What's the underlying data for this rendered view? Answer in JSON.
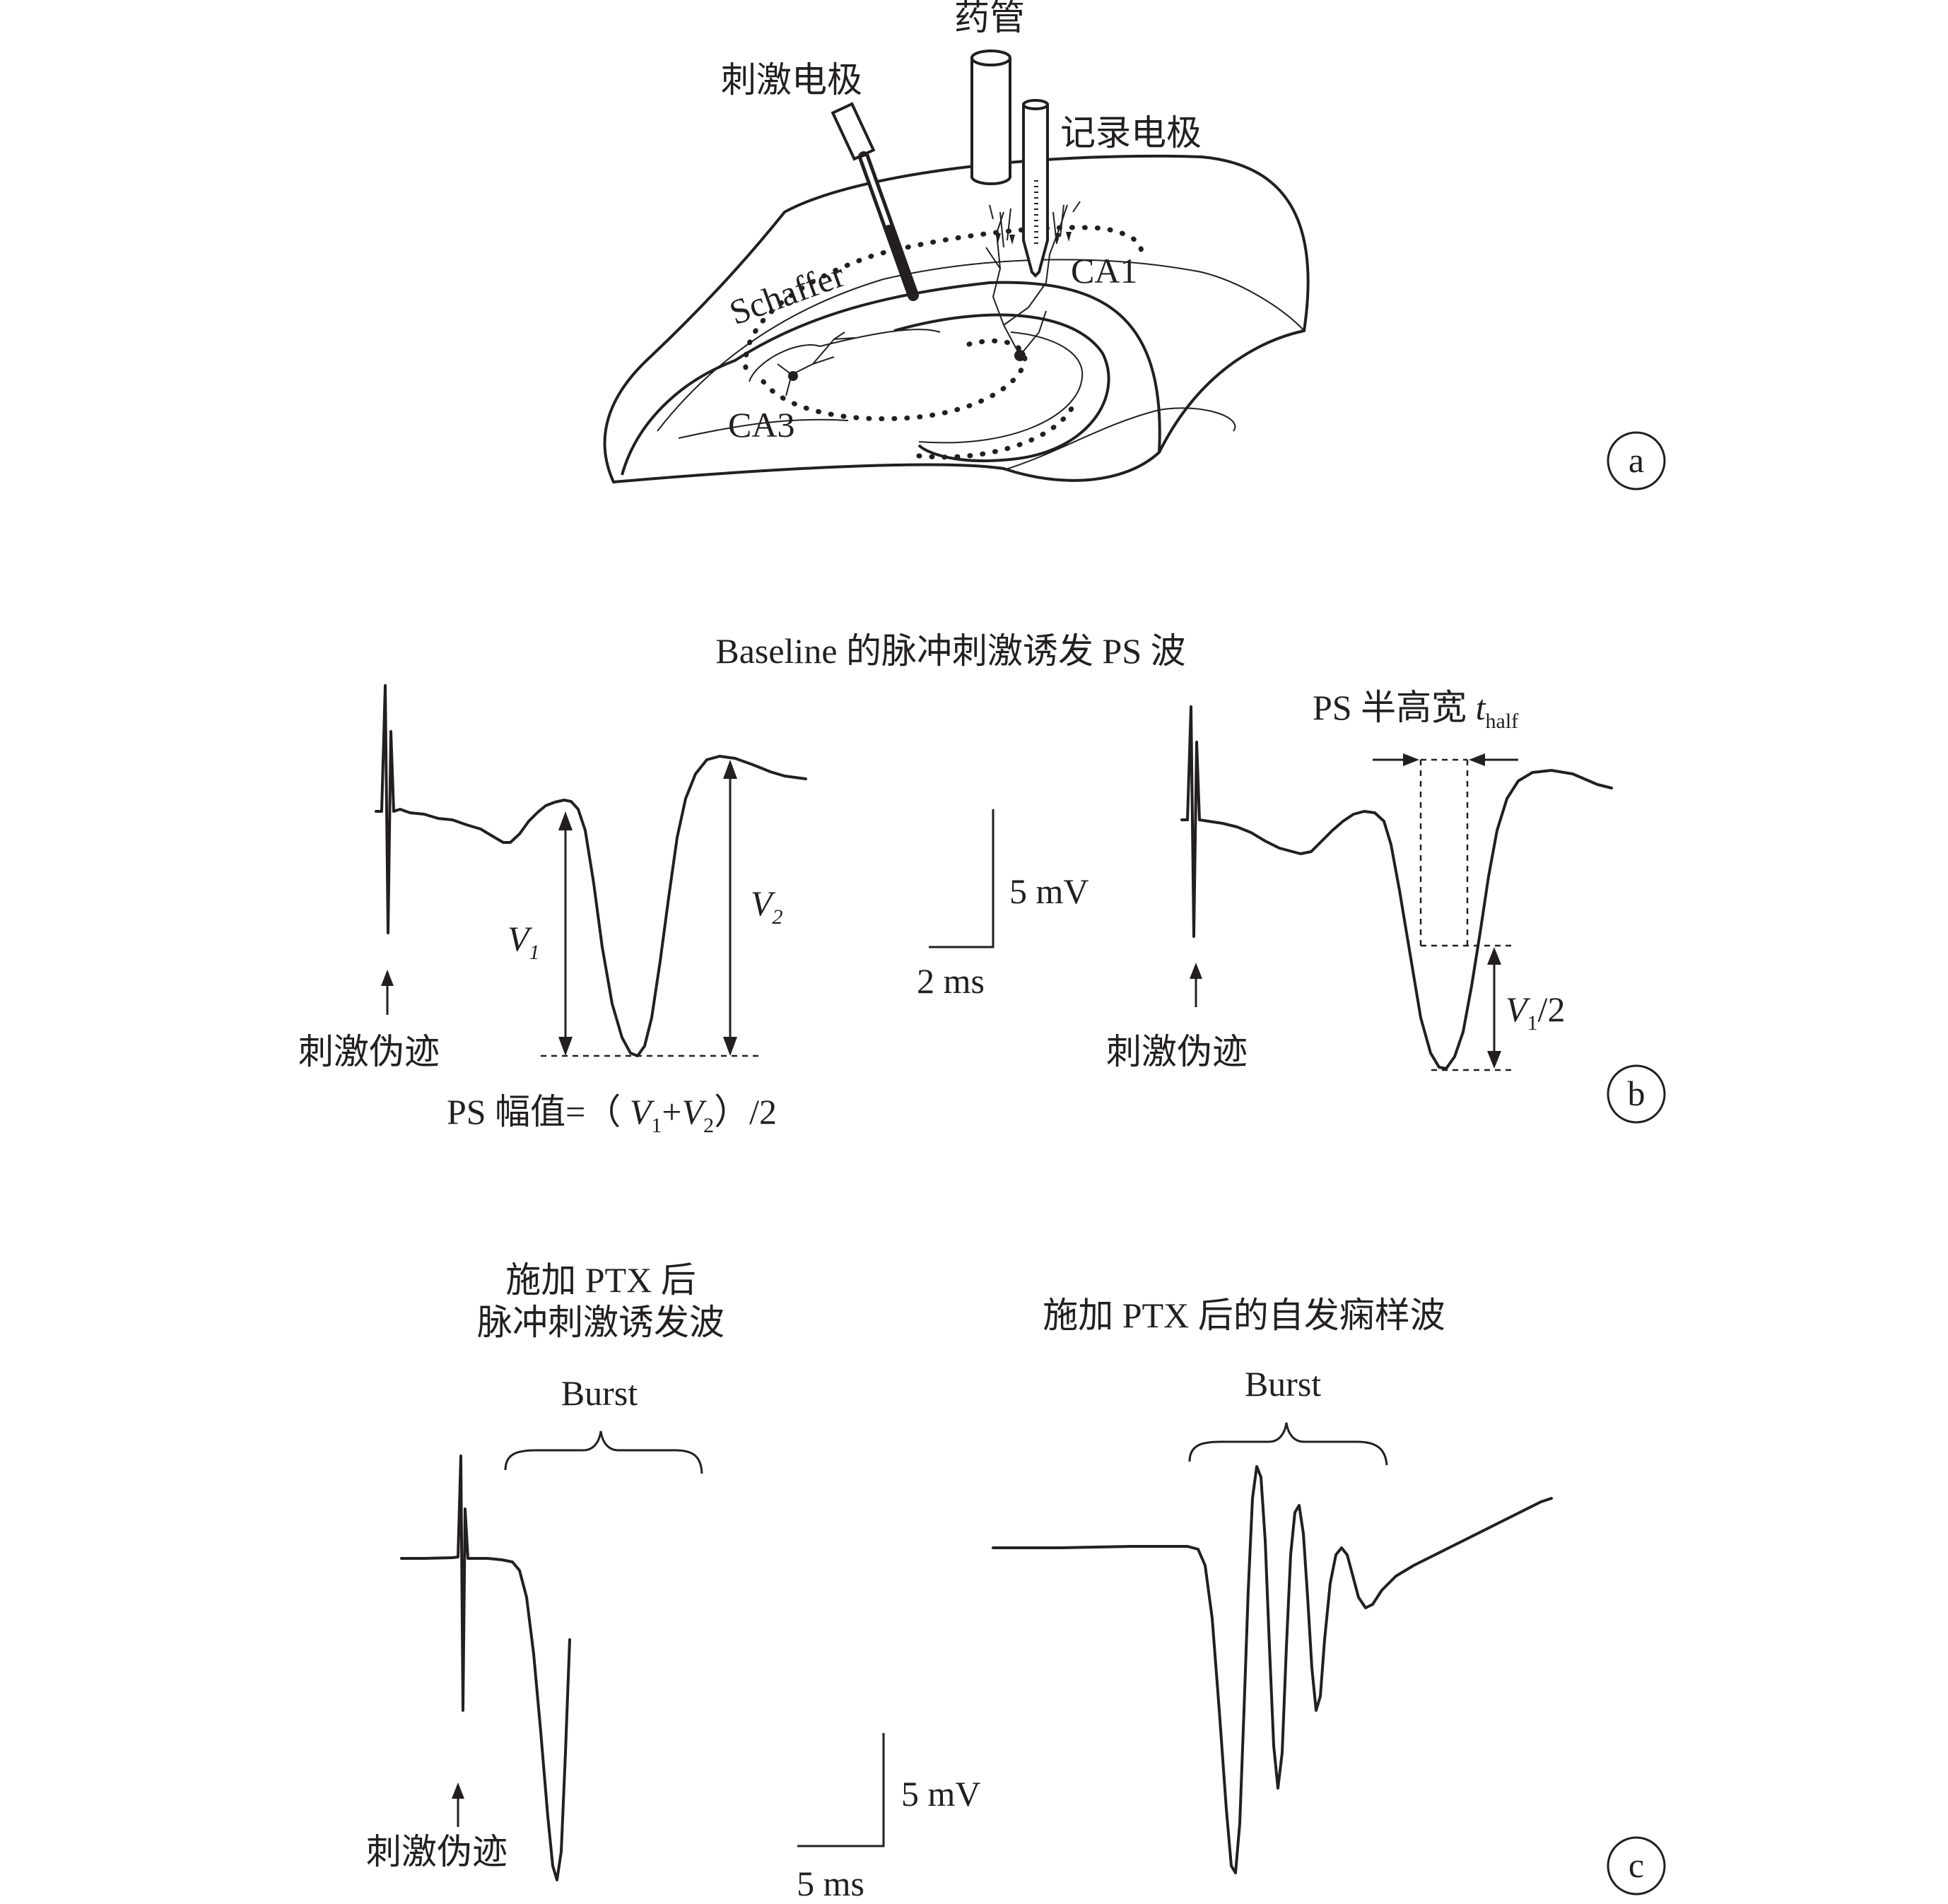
{
  "panel_a": {
    "label_drug_tube": "药管",
    "label_stim_electrode": "刺激电极",
    "label_record_electrode": "记录电极",
    "label_ca1": "CA1",
    "label_ca3": "CA3",
    "label_schaffer": "Schaffer",
    "panel_letter": "a"
  },
  "panel_b": {
    "title": "Baseline 的脉冲刺激诱发 PS 波",
    "v1": "V",
    "v1_sub": "1",
    "v2": "V",
    "v2_sub": "2",
    "stim_artifact": "刺激伪迹",
    "stim_artifact_right": "刺激伪迹",
    "amp_formula_prefix": "PS 幅值=（ ",
    "amp_formula_v1": "V",
    "amp_formula_v1_sub": "1",
    "amp_formula_plus": "+",
    "amp_formula_v2": "V",
    "amp_formula_v2_sub": "2",
    "amp_formula_suffix": "）/2",
    "scale_mv": "5 mV",
    "scale_ms": "2 ms",
    "half_width_prefix": "PS 半高宽 ",
    "half_width_t": "t",
    "half_width_sub": "half",
    "half_v": "V",
    "half_v_sub": "1",
    "half_v_suffix": "/2",
    "panel_letter": "b"
  },
  "panel_c": {
    "left_title_line1": "施加 PTX 后",
    "left_title_line2": "脉冲刺激诱发波",
    "right_title": "施加 PTX 后的自发痫样波",
    "burst_left": "Burst",
    "burst_right": "Burst",
    "stim_artifact": "刺激伪迹",
    "scale_mv": "5 mV",
    "scale_ms": "5 ms",
    "panel_letter": "c"
  }
}
